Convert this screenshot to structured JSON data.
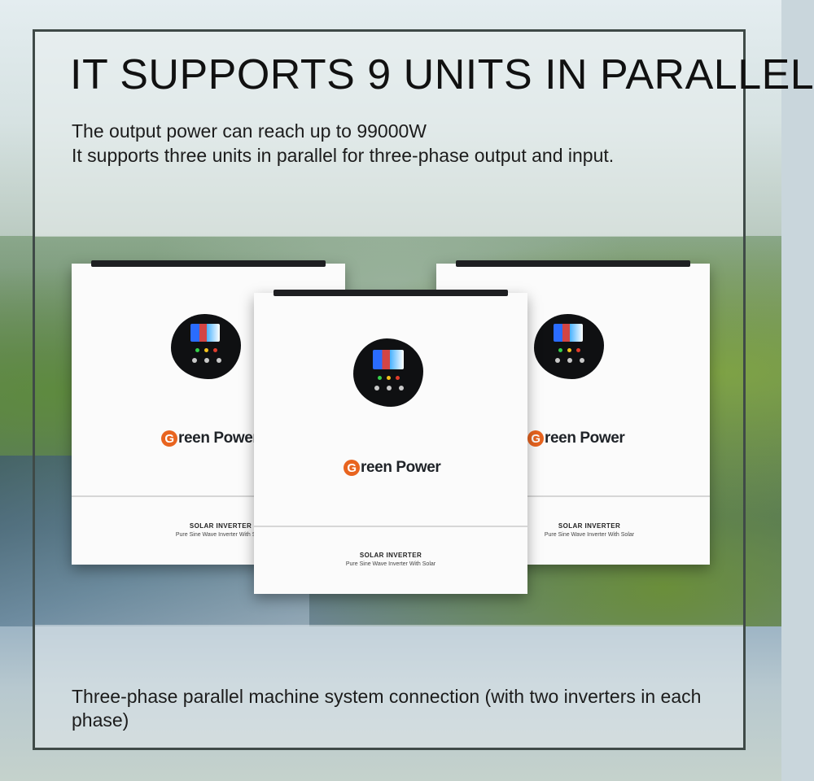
{
  "headline": "IT SUPPORTS 9 UNITS IN PARALLEL",
  "subtitle_lines": [
    "The output power can reach up to 99000W",
    "It supports three units in parallel for three-phase output and input."
  ],
  "caption": "Three-phase parallel machine system connection (with two inverters in each phase)",
  "product": {
    "brand_initial": "G",
    "brand_rest": "reen Power",
    "label_title": "SOLAR INVERTER",
    "label_subtitle": "Pure Sine Wave Inverter With Solar"
  },
  "colors": {
    "brand_orange": "#e8641f",
    "frame": "#3f4a47",
    "led_green": "#35d04a",
    "led_yellow": "#f3c21c",
    "led_red": "#e03b2b"
  }
}
